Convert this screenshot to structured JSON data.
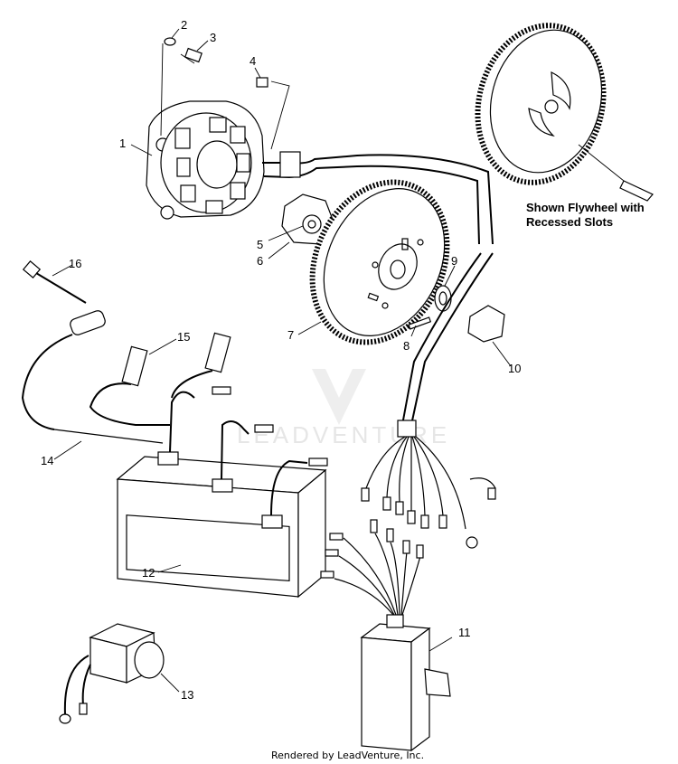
{
  "parts": {
    "p1": "1",
    "p2": "2",
    "p3": "3",
    "p4": "4",
    "p5": "5",
    "p6": "6",
    "p7": "7",
    "p8": "8",
    "p9": "9",
    "p10": "10",
    "p11": "11",
    "p12": "12",
    "p13": "13",
    "p14": "14",
    "p15": "15",
    "p16": "16"
  },
  "note": {
    "line1": "Shown Flywheel with",
    "line2": "Recessed Slots"
  },
  "watermark": "LEADVENTURE",
  "footer": "Rendered by LeadVenture, Inc."
}
